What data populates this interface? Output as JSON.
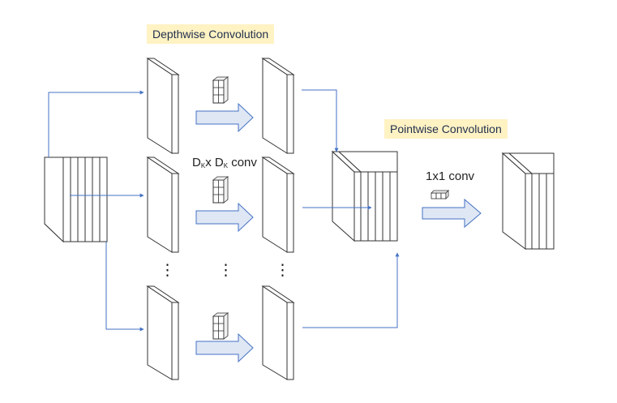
{
  "diagram": {
    "title_depthwise": "Depthwise Convolution",
    "title_pointwise": "Pointwise Convolution",
    "depthwise_conv_label": {
      "d": "D",
      "k1": "K",
      "x": "x",
      "d2": "D",
      "k2": "K",
      "conv": "conv"
    },
    "pointwise_conv_label": "1x1 conv",
    "ellipsis": "⋮",
    "colors": {
      "edge": "#333333",
      "fill": "#ffffff",
      "side": "#f2f2f2",
      "accent": "#4472c4",
      "arrow_fill": "#dfe7f5",
      "label_bg": "#fff2c3",
      "label_text": "#1f2f4d"
    }
  }
}
